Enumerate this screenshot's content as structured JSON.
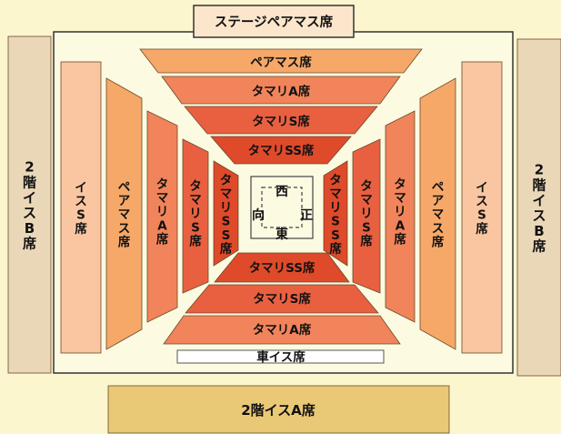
{
  "colors": {
    "background": "#fcf6cf",
    "arena_frame": "#fdfae2",
    "balcony": "#ead7b8",
    "balcony_front": "#e9c976",
    "stage_box": "#fbe6cc",
    "isu_seat": "#f9c6a1",
    "pair_mass": "#f6a869",
    "tamari_a": "#f1845a",
    "tamari_s": "#e86040",
    "tamari_ss": "#df4a2a",
    "wheelchair": "#ffffff"
  },
  "sections": {
    "stage_pair_mass": "ステージペアマス席",
    "balcony_a": "2階イスA席",
    "balcony_b_left": "2階イスB席",
    "balcony_b_right": "2階イスB席",
    "top_pair_mass": "ペアマス席",
    "top_tamari_a": "タマリA席",
    "top_tamari_s": "タマリS席",
    "top_tamari_ss": "タマリSS席",
    "bottom_tamari_ss": "タマリSS席",
    "bottom_tamari_s": "タマリS席",
    "bottom_tamari_a": "タマリA席",
    "wheelchair": "車イス席",
    "left_isu_s": "イスS席",
    "left_pair_mass": "ペアマス席",
    "left_tamari_a": "タマリA席",
    "left_tamari_s": "タマリS席",
    "left_tamari_ss": "タマリSS席",
    "right_isu_s": "イスS席",
    "right_pair_mass": "ペアマス席",
    "right_tamari_a": "タマリA席",
    "right_tamari_s": "タマリS席",
    "right_tamari_ss": "タマリSS席"
  },
  "ring": {
    "west": "西",
    "east": "東",
    "front": "正",
    "back": "向"
  }
}
